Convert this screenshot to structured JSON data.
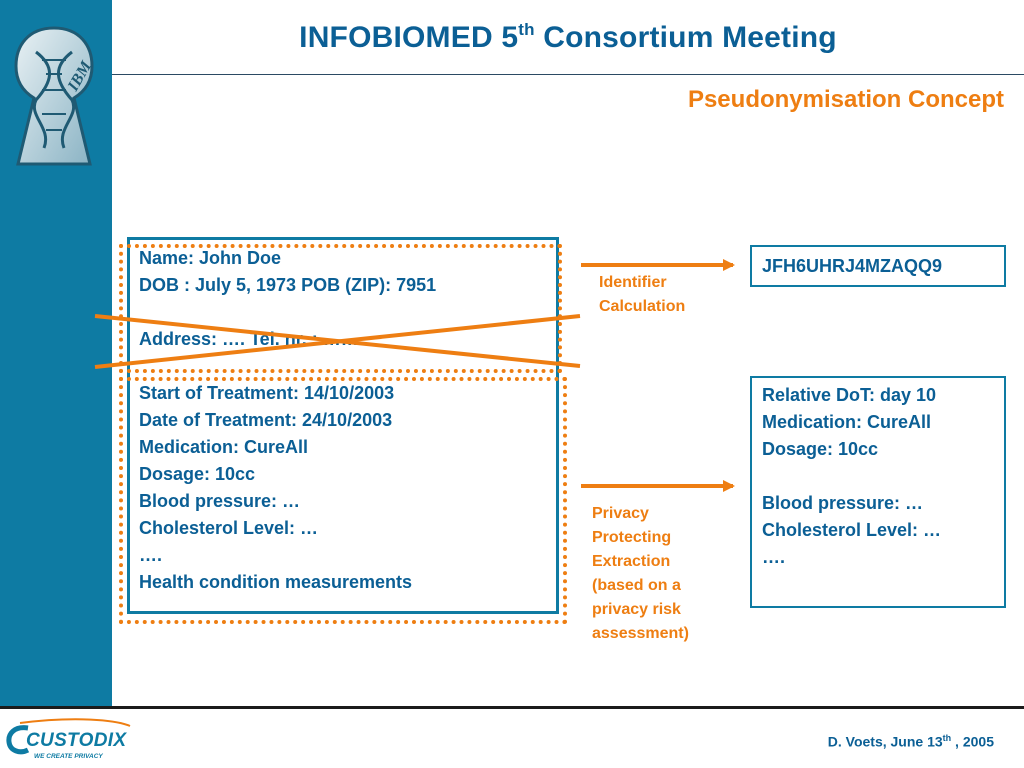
{
  "header": {
    "title_prefix": "INFOBIOMED 5",
    "title_sup": "th",
    "title_suffix": " Consortium Meeting",
    "subtitle": "Pseudonymisation Concept"
  },
  "sidebar": {
    "logo_icon": "infobiomed-keyhole-dna-logo"
  },
  "record": {
    "identifying_lines": [
      "Name: John Doe",
      "DOB  : July 5, 1973   POB (ZIP): 7951",
      "",
      "Address: ….            Tel. nr.  : ……"
    ],
    "medical_lines": [
      "Start of Treatment: 14/10/2003",
      "Date of Treatment: 24/10/2003",
      "Medication: CureAll",
      "Dosage: 10cc",
      "Blood pressure: …",
      "Cholesterol Level: …",
      "….",
      "Health condition measurements"
    ]
  },
  "identifier_label": [
    "Identifier",
    "Calculation"
  ],
  "extraction_label": [
    "Privacy",
    "Protecting",
    "Extraction",
    "(based on a",
    "privacy risk",
    "assessment)"
  ],
  "pseudonym": "JFH6UHRJ4MZAQQ9",
  "pseudonymised_record": [
    "Relative DoT: day 10",
    "Medication: CureAll",
    "Dosage: 10cc",
    "",
    "Blood pressure: …",
    "Cholesterol Level: …",
    "…."
  ],
  "footer": {
    "brand": "CUSTODIX",
    "brand_tagline": "WE CREATE PRIVACY",
    "author_prefix": "D. Voets, June 13",
    "author_sup": "th",
    "author_suffix": " , 2005"
  },
  "colors": {
    "accent_blue": "#0e7ba3",
    "title_blue": "#0b5f95",
    "accent_orange": "#ee7e12"
  }
}
